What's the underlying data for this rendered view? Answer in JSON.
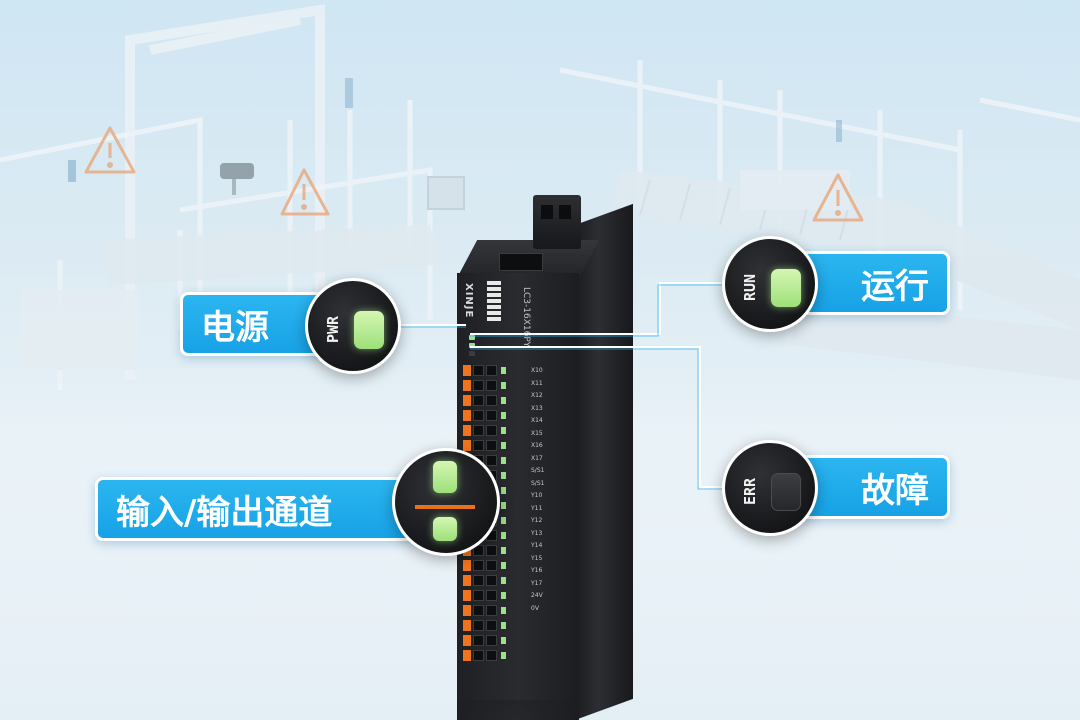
{
  "labels": {
    "power": "电源",
    "run": "运行",
    "error": "故障",
    "io": "输入/输出通道"
  },
  "indicators": {
    "power_code": "PWR",
    "run_code": "RUN",
    "error_code": "ERR"
  },
  "device": {
    "brand": "XINJE",
    "model": "LC3-16X16PY",
    "terminal_labels": [
      "X10",
      "X11",
      "X12",
      "X13",
      "X14",
      "X15",
      "X16",
      "X17",
      "S/S1",
      "S/S1",
      "Y10",
      "Y11",
      "Y12",
      "Y13",
      "Y14",
      "Y15",
      "Y16",
      "Y17",
      "24V",
      "0V"
    ]
  },
  "colors": {
    "pill_blue": "#1ea8ea",
    "led_green": "#b6ec96",
    "terminal_orange": "#f0741e",
    "device_body": "#222327"
  },
  "icons": [
    "warning-triangle-icon",
    "warning-triangle-icon",
    "warning-triangle-icon",
    "camera-icon"
  ]
}
